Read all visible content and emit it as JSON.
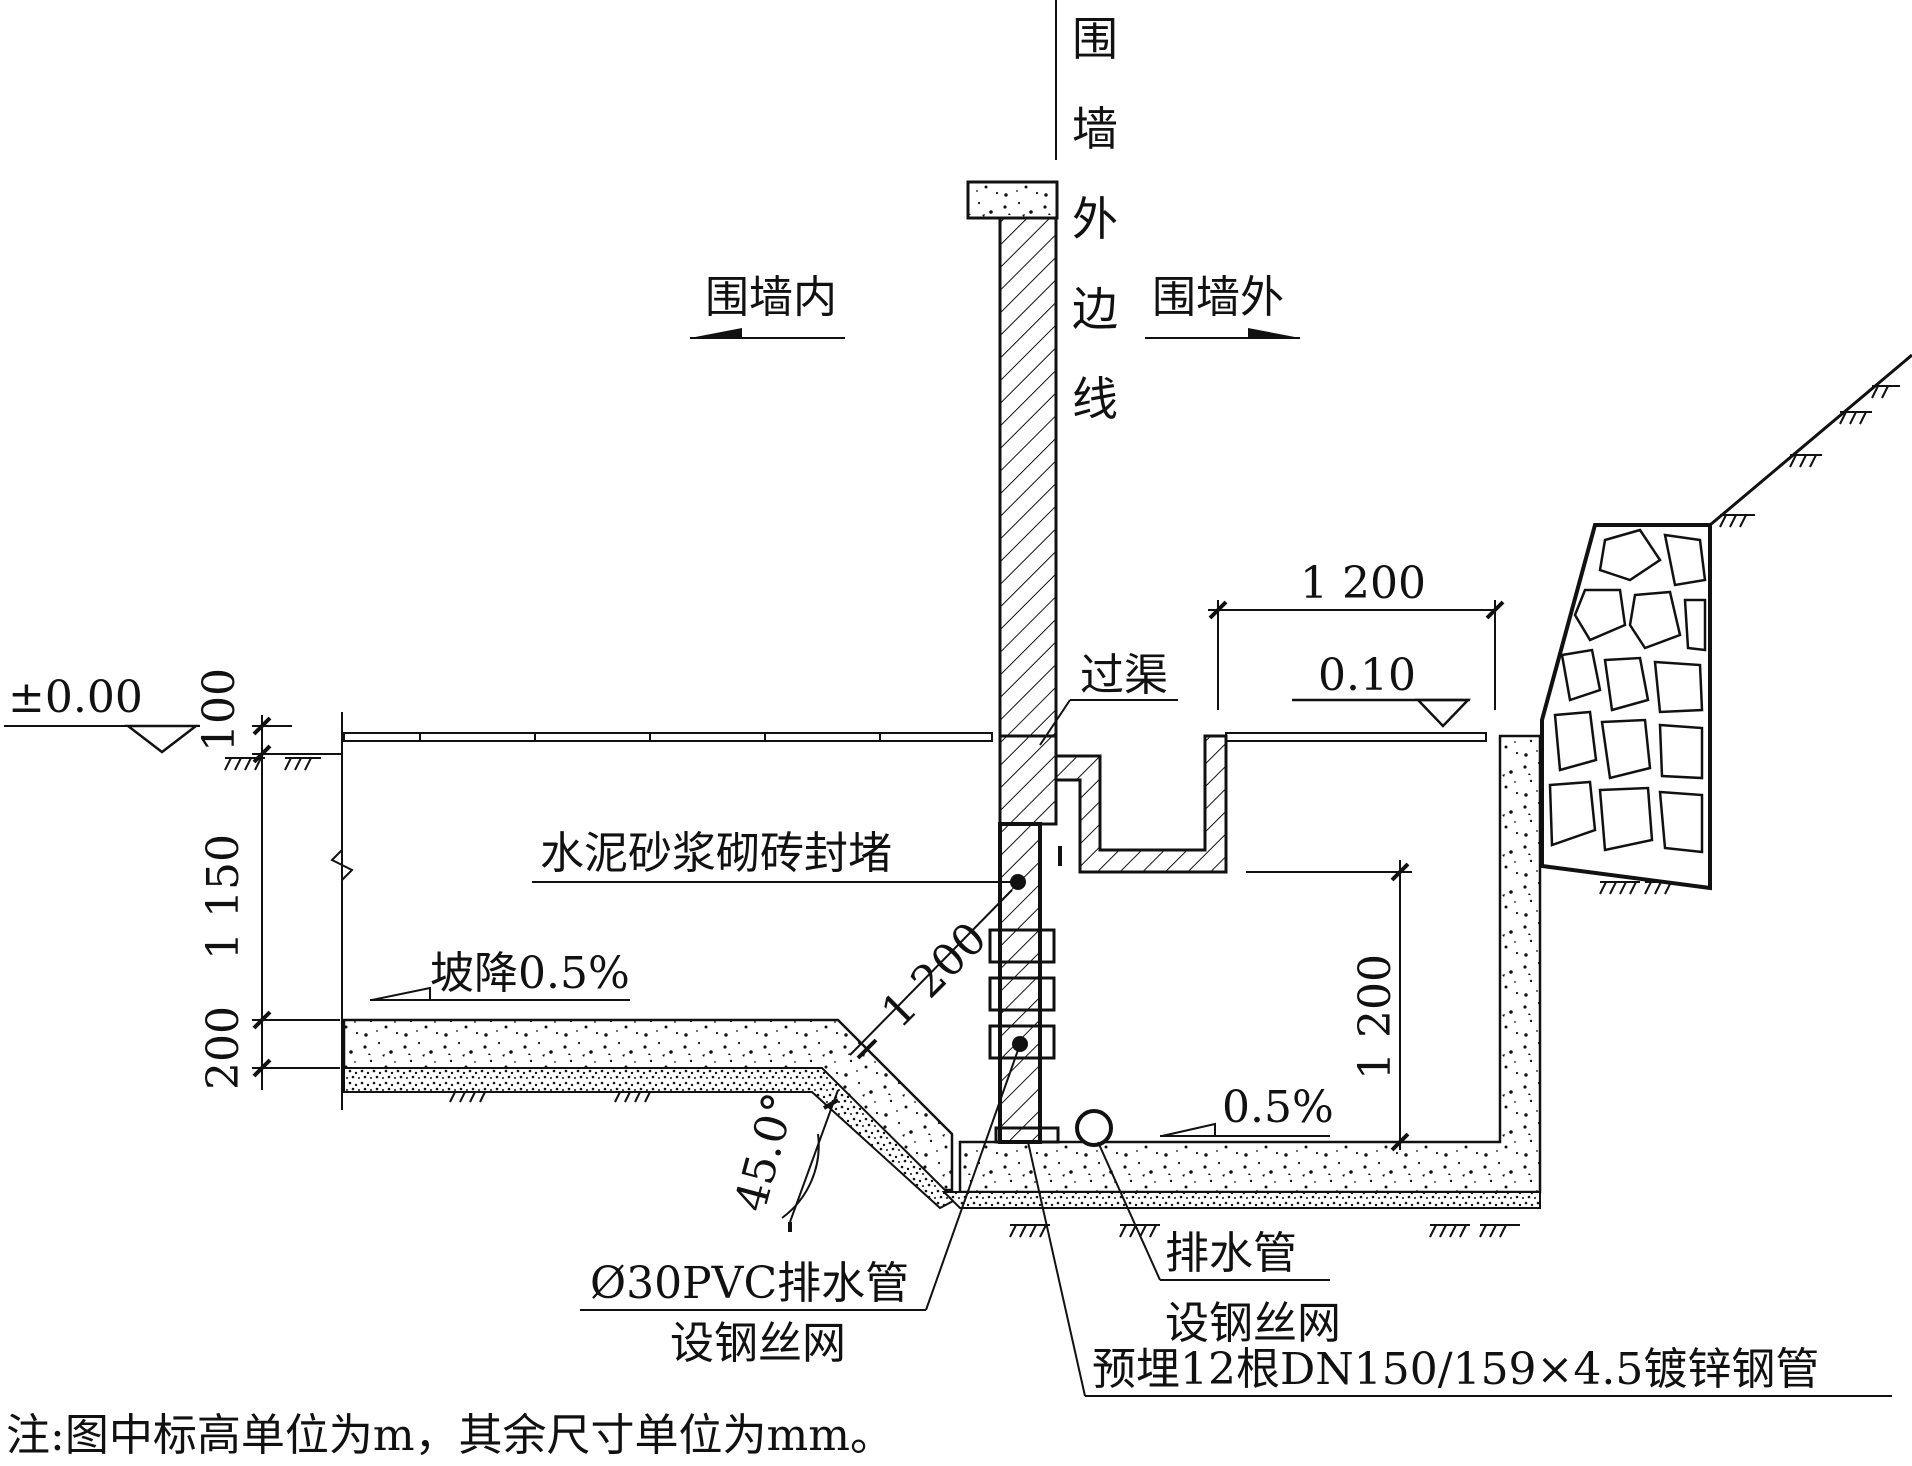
{
  "labels": {
    "wall_outer_line": [
      "围",
      "墙",
      "外",
      "边",
      "线"
    ],
    "inside_wall": "围墙内",
    "outside_wall": "围墙外",
    "crossing_channel": "过渠",
    "seal_note": "水泥砂浆砌砖封堵",
    "slope_left": "坡降0.5%",
    "slope_right": "0.5%",
    "pvc_pipe": "Ø30PVC排水管",
    "wire_mesh_left": "设钢丝网",
    "drain_pipe": "排水管",
    "wire_mesh_right": "设钢丝网",
    "embedded_pipes": "预埋12根DN150/159×4.5镀锌钢管",
    "note": "注:图中标高单位为m，其余尺寸单位为mm。"
  },
  "elevations": {
    "ground": "±0.00",
    "channel_top": "0.10"
  },
  "dimensions": {
    "top_width": "1 200",
    "left_100": "100",
    "left_1150": "1 150",
    "left_200": "200",
    "diagonal": "1 200",
    "right_depth": "1 200",
    "angle": "45.0°"
  }
}
